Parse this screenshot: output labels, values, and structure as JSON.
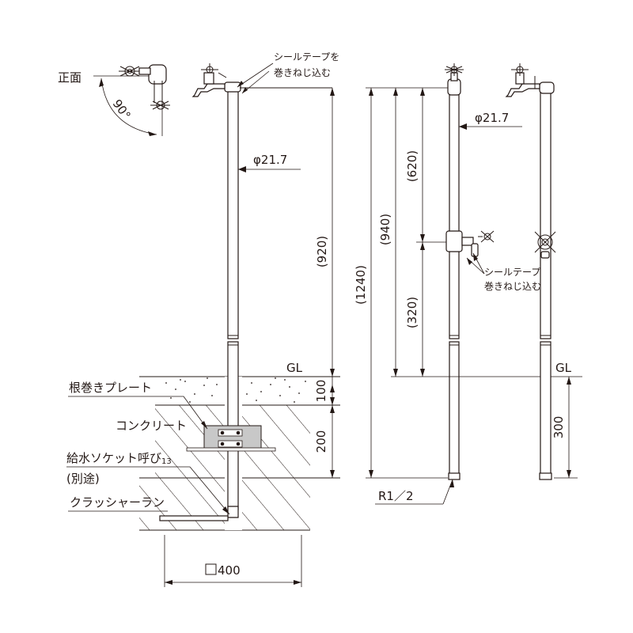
{
  "labels": {
    "front": "正面",
    "angle": "90°",
    "seal_tape_1": "シールテープを",
    "seal_tape_2": "巻きねじ込む",
    "pipe_dia_left": "φ21.7",
    "pipe_dia_right": "φ21.7",
    "dim_920": "(920)",
    "gl_left": "GL",
    "gl_right": "GL",
    "dim_100": "100",
    "dim_200": "200",
    "root_plate": "根巻きプレート",
    "concrete": "コンクリート",
    "socket_1": "給水ソケット呼び",
    "socket_sub": "13",
    "socket_2": "(別途)",
    "crusher": "クラッシャーラン",
    "base_size": "□400",
    "dim_1240": "(1240)",
    "dim_940": "(940)",
    "dim_620": "(620)",
    "dim_320": "(320)",
    "seal_tape_r1": "シールテープを",
    "seal_tape_r2": "巻きねじ込む",
    "thread": "R1／2",
    "dim_300": "300"
  },
  "colors": {
    "line": "#231815",
    "plate_fill": "#c8c8c8",
    "background": "#ffffff"
  },
  "icons": [
    "faucet-icon"
  ]
}
